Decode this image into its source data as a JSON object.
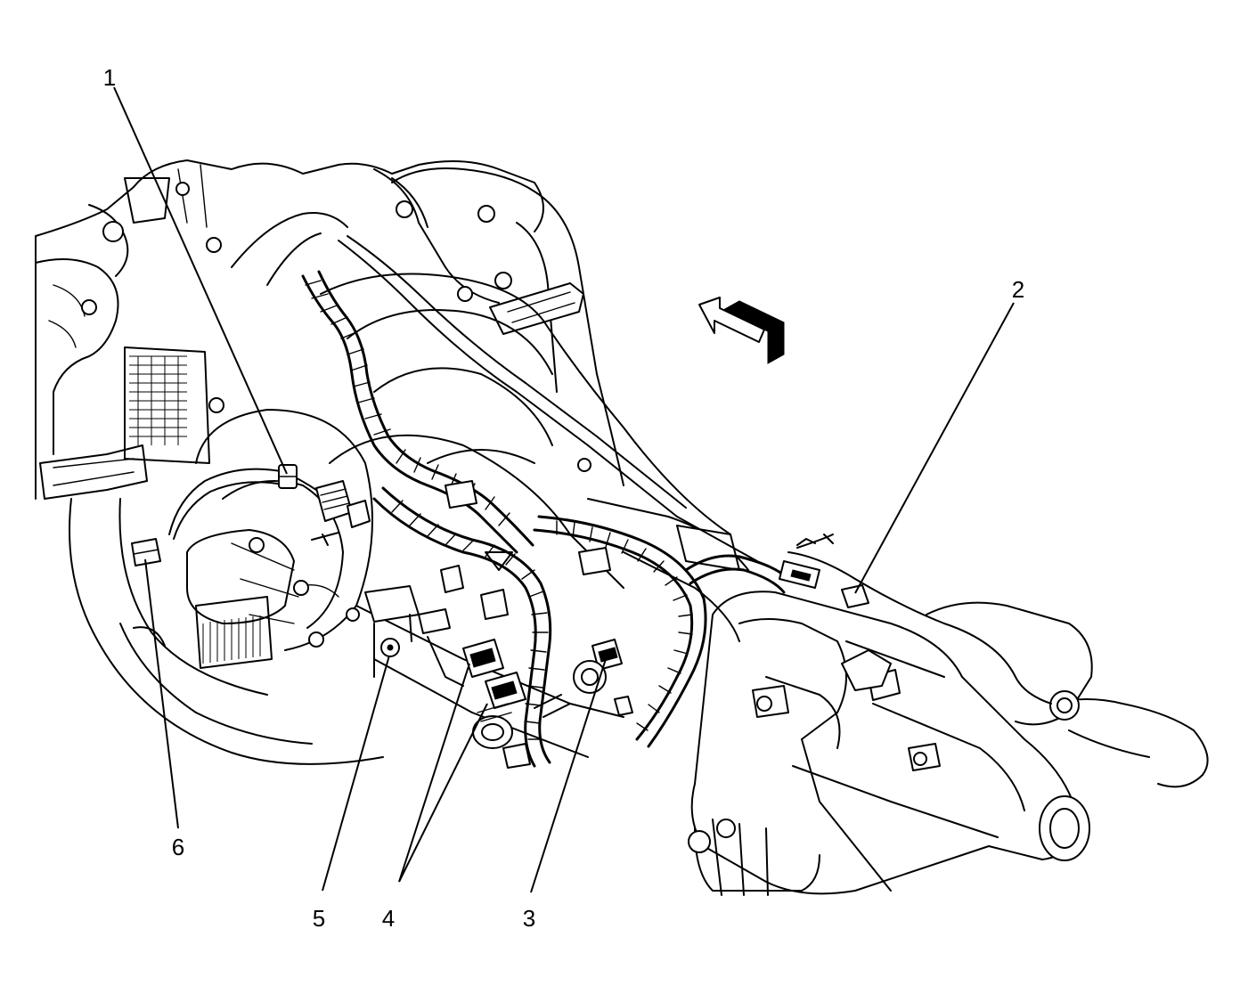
{
  "diagram": {
    "callouts": [
      {
        "id": "1",
        "label": "1"
      },
      {
        "id": "2",
        "label": "2"
      },
      {
        "id": "3",
        "label": "3"
      },
      {
        "id": "4",
        "label": "4"
      },
      {
        "id": "5",
        "label": "5"
      },
      {
        "id": "6",
        "label": "6"
      }
    ],
    "front_arrow": {
      "icon": "front-direction-arrow-icon"
    }
  }
}
